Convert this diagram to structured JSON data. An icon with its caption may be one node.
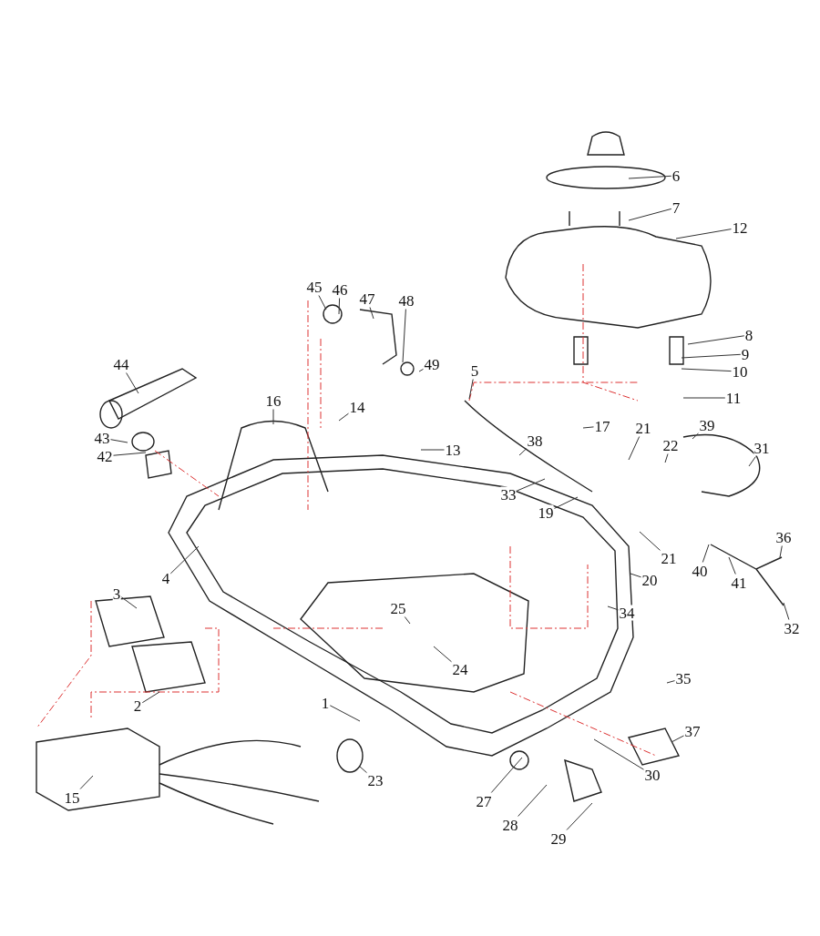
{
  "diagram": {
    "nodes": [
      {
        "text": [
          "6"
        ]
      },
      {
        "text": [
          "7"
        ]
      },
      {
        "text": [
          "12"
        ]
      },
      {
        "text": [
          "45"
        ]
      },
      {
        "text": [
          "46"
        ]
      },
      {
        "text": [
          "47"
        ]
      },
      {
        "text": [
          "48"
        ]
      },
      {
        "text": [
          "8"
        ]
      },
      {
        "text": [
          "9"
        ]
      },
      {
        "text": [
          "44"
        ]
      },
      {
        "text": [
          "49"
        ]
      },
      {
        "text": [
          "5"
        ]
      },
      {
        "text": [
          "10"
        ]
      },
      {
        "text": [
          "11"
        ]
      },
      {
        "text": [
          "16"
        ]
      },
      {
        "text": [
          "14"
        ]
      },
      {
        "text": [
          "17"
        ]
      },
      {
        "text": [
          "21"
        ]
      },
      {
        "text": [
          "39"
        ]
      },
      {
        "text": [
          "43"
        ]
      },
      {
        "text": [
          "38"
        ]
      },
      {
        "text": [
          "22"
        ]
      },
      {
        "text": [
          "31"
        ]
      },
      {
        "text": [
          "13"
        ]
      },
      {
        "text": [
          "42"
        ]
      },
      {
        "text": [
          "33"
        ]
      },
      {
        "text": [
          "19"
        ]
      },
      {
        "text": [
          "36"
        ]
      },
      {
        "text": [
          "21"
        ]
      },
      {
        "text": [
          "4"
        ]
      },
      {
        "text": [
          "40"
        ]
      },
      {
        "text": [
          "20"
        ]
      },
      {
        "text": [
          "41"
        ]
      },
      {
        "text": [
          "3"
        ]
      },
      {
        "text": [
          "25"
        ]
      },
      {
        "text": [
          "34"
        ]
      },
      {
        "text": [
          "32"
        ]
      },
      {
        "text": [
          "24"
        ]
      },
      {
        "text": [
          "35"
        ]
      },
      {
        "text": [
          "1"
        ]
      },
      {
        "text": [
          "2"
        ]
      },
      {
        "text": [
          "37"
        ]
      },
      {
        "text": [
          "30"
        ]
      },
      {
        "text": [
          "23"
        ]
      },
      {
        "text": [
          "15"
        ]
      },
      {
        "text": [
          "27"
        ]
      },
      {
        "text": [
          "28"
        ]
      },
      {
        "text": [
          "29"
        ]
      }
    ],
    "edges": [
      {
        "from": 0,
        "to": null,
        "arrow": "none"
      },
      {
        "from": 1,
        "to": null,
        "arrow": "none"
      },
      {
        "from": 2,
        "to": null,
        "arrow": "none"
      },
      {
        "from": 3,
        "to": null,
        "arrow": "none"
      },
      {
        "from": 4,
        "to": null,
        "arrow": "none"
      },
      {
        "from": 5,
        "to": null,
        "arrow": "none"
      },
      {
        "from": 6,
        "to": null,
        "arrow": "none"
      },
      {
        "from": 7,
        "to": null,
        "arrow": "none"
      },
      {
        "from": 8,
        "to": null,
        "arrow": "none"
      },
      {
        "from": 9,
        "to": null,
        "arrow": "none"
      },
      {
        "from": 10,
        "to": null,
        "arrow": "none"
      },
      {
        "from": 11,
        "to": null,
        "arrow": "none"
      },
      {
        "from": 12,
        "to": null,
        "arrow": "none"
      },
      {
        "from": 13,
        "to": null,
        "arrow": "none"
      },
      {
        "from": 14,
        "to": null,
        "arrow": "none"
      },
      {
        "from": 15,
        "to": null,
        "arrow": "none"
      },
      {
        "from": 16,
        "to": null,
        "arrow": "none"
      },
      {
        "from": 17,
        "to": null,
        "arrow": "none"
      },
      {
        "from": 18,
        "to": null,
        "arrow": "none"
      },
      {
        "from": 19,
        "to": null,
        "arrow": "none"
      },
      {
        "from": 20,
        "to": null,
        "arrow": "none"
      },
      {
        "from": 21,
        "to": null,
        "arrow": "none"
      },
      {
        "from": 22,
        "to": null,
        "arrow": "none"
      },
      {
        "from": 23,
        "to": null,
        "arrow": "none"
      },
      {
        "from": 24,
        "to": null,
        "arrow": "none"
      },
      {
        "from": 25,
        "to": null,
        "arrow": "none"
      },
      {
        "from": 26,
        "to": null,
        "arrow": "none"
      },
      {
        "from": 27,
        "to": null,
        "arrow": "none"
      },
      {
        "from": 28,
        "to": null,
        "arrow": "none"
      },
      {
        "from": 29,
        "to": null,
        "arrow": "none"
      },
      {
        "from": 30,
        "to": null,
        "arrow": "none"
      },
      {
        "from": 31,
        "to": null,
        "arrow": "none"
      },
      {
        "from": 32,
        "to": null,
        "arrow": "none"
      },
      {
        "from": 33,
        "to": null,
        "arrow": "none"
      },
      {
        "from": 34,
        "to": null,
        "arrow": "none"
      },
      {
        "from": 35,
        "to": null,
        "arrow": "none"
      },
      {
        "from": 36,
        "to": null,
        "arrow": "none"
      },
      {
        "from": 37,
        "to": null,
        "arrow": "none"
      },
      {
        "from": 38,
        "to": null,
        "arrow": "none"
      },
      {
        "from": 39,
        "to": null,
        "arrow": "none"
      },
      {
        "from": 40,
        "to": null,
        "arrow": "none"
      },
      {
        "from": 41,
        "to": null,
        "arrow": "none"
      },
      {
        "from": 42,
        "to": null,
        "arrow": "none"
      },
      {
        "from": 43,
        "to": null,
        "arrow": "none"
      },
      {
        "from": 44,
        "to": null,
        "arrow": "none"
      },
      {
        "from": 45,
        "to": null,
        "arrow": "none"
      },
      {
        "from": 46,
        "to": null,
        "arrow": "none"
      },
      {
        "from": 47,
        "to": null,
        "arrow": "none"
      }
    ]
  }
}
